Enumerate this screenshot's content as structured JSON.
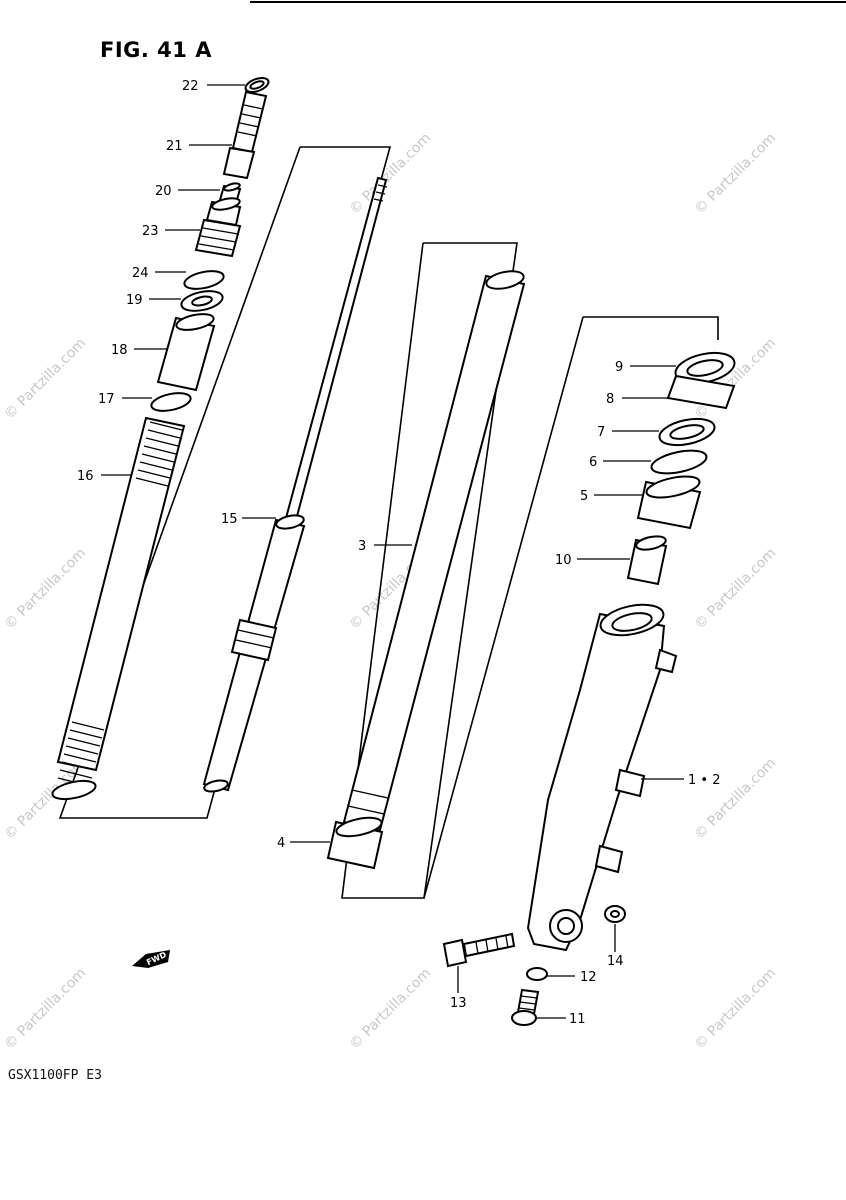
{
  "figure_title": "FIG. 41 A",
  "model_code": "GSX1100FP E3",
  "watermark": "© Partzilla.com",
  "direction_mark": "FWD",
  "callouts": [
    {
      "id": "c22",
      "text": "22"
    },
    {
      "id": "c21",
      "text": "21"
    },
    {
      "id": "c20",
      "text": "20"
    },
    {
      "id": "c23",
      "text": "23"
    },
    {
      "id": "c24",
      "text": "24"
    },
    {
      "id": "c19",
      "text": "19"
    },
    {
      "id": "c18",
      "text": "18"
    },
    {
      "id": "c17",
      "text": "17"
    },
    {
      "id": "c16",
      "text": "16"
    },
    {
      "id": "c15",
      "text": "15"
    },
    {
      "id": "c3",
      "text": "3"
    },
    {
      "id": "c9",
      "text": "9"
    },
    {
      "id": "c8",
      "text": "8"
    },
    {
      "id": "c7",
      "text": "7"
    },
    {
      "id": "c6",
      "text": "6"
    },
    {
      "id": "c5",
      "text": "5"
    },
    {
      "id": "c10",
      "text": "10"
    },
    {
      "id": "c12v",
      "text": "1 • 2"
    },
    {
      "id": "c4",
      "text": "4"
    },
    {
      "id": "c14",
      "text": "14"
    },
    {
      "id": "c12",
      "text": "12"
    },
    {
      "id": "c13",
      "text": "13"
    },
    {
      "id": "c11",
      "text": "11"
    }
  ]
}
